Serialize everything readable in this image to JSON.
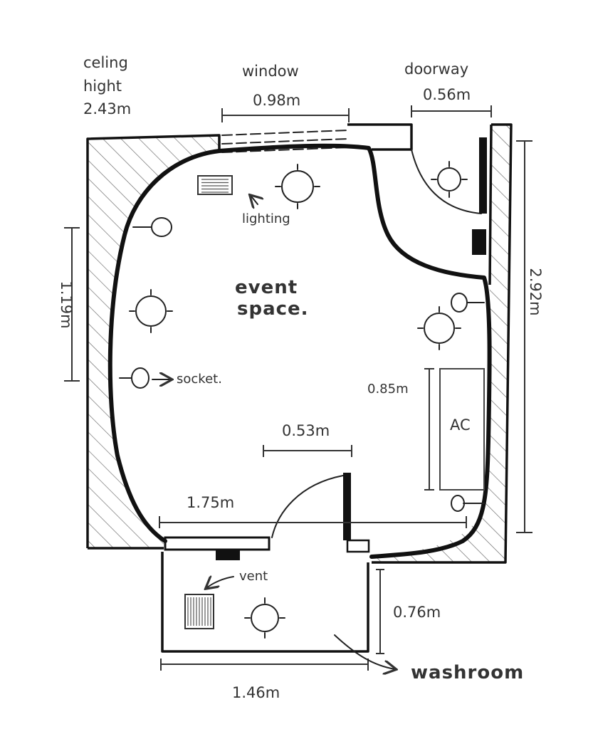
{
  "labels": {
    "ceiling_line1": "celing",
    "ceiling_line2": "hight",
    "ceiling_value": "2.43m",
    "window": "window",
    "window_width": "0.98m",
    "doorway": "doorway",
    "doorway_width": "0.56m",
    "left_height": "1.19m",
    "right_height": "2.92m",
    "lighting": "lighting",
    "event_line1": "event",
    "event_line2": "space.",
    "socket": "socket.",
    "ac_height": "0.85m",
    "ac": "AC",
    "inner_door": "0.53m",
    "bottom_width": "1.75m",
    "vent": "vent",
    "wash_height": "0.76m",
    "washroom": "washroom",
    "wash_width": "1.46m"
  },
  "icons": {
    "light": "light-fixture-icon",
    "socket": "socket-icon",
    "vent": "vent-icon",
    "door_swing": "door-swing-icon"
  },
  "colors": {
    "ink": "#111111",
    "pencil": "#333333"
  }
}
